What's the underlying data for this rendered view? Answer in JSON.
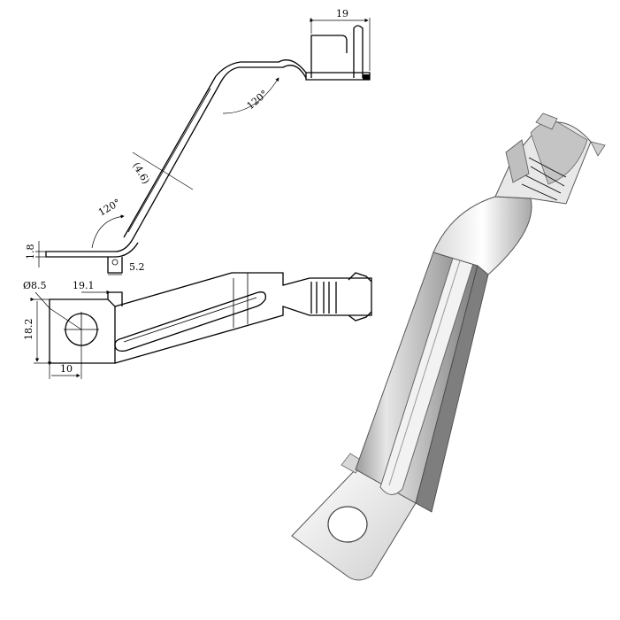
{
  "dimensions": {
    "width_top": "19",
    "bend_angle_upper": "120°",
    "thickness": "(4.6)",
    "bend_angle_lower": "120°",
    "foot_height": "1.8",
    "tab_width": "5.2",
    "hole_diameter": "Ø8.5",
    "hole_offset": "19.1",
    "lug_height": "18.2",
    "lug_offset": "10"
  },
  "colors": {
    "line": "#000000",
    "render_light": "#f4f4f4",
    "render_mid": "#c8c8c8",
    "render_dark": "#8a8a8a"
  }
}
